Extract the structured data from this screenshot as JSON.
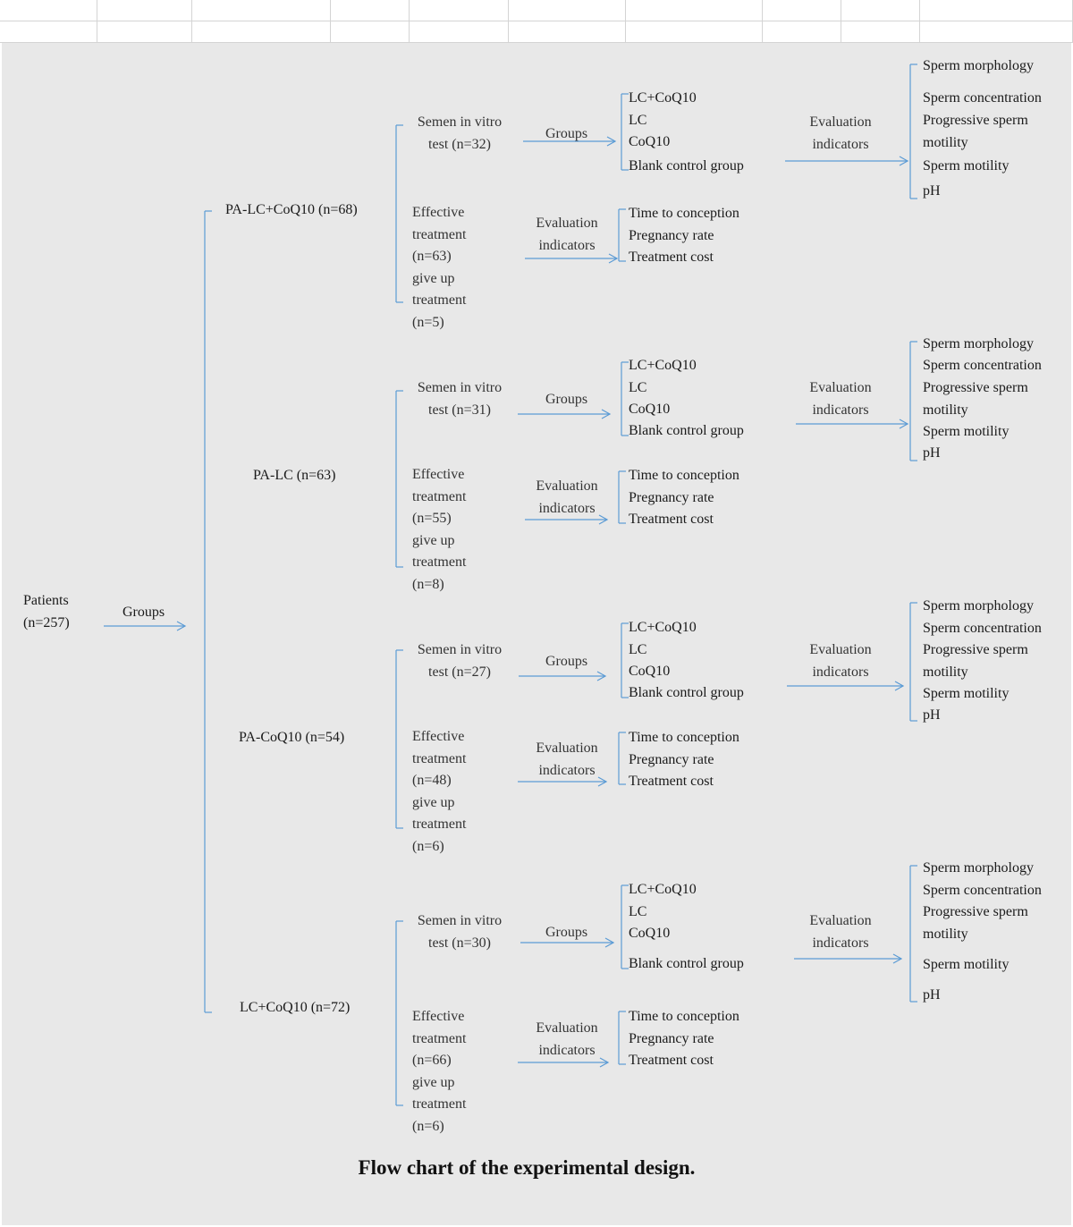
{
  "patients": {
    "label": "Patients",
    "count": "(n=257)"
  },
  "main_arrow_label": "Groups",
  "branches": [
    {
      "group": "PA-LC+CoQ10 (n=68)",
      "semen": {
        "line1": "Semen in vitro",
        "line2": "test (n=32)"
      },
      "groups_label": "Groups",
      "arms": [
        "LC+CoQ10",
        "LC",
        "CoQ10",
        "Blank control group"
      ],
      "eval_label": {
        "line1": "Evaluation",
        "line2": "indicators"
      },
      "sperm": [
        "Sperm morphology",
        "Sperm concentration",
        "Progressive sperm",
        "motility",
        "Sperm motility",
        "pH"
      ],
      "treatment": [
        "Effective",
        "treatment",
        "(n=63)",
        "give up",
        "treatment",
        "(n=5)"
      ],
      "treat_eval_label": {
        "line1": "Evaluation",
        "line2": "indicators"
      },
      "outcomes": [
        "Time to conception",
        "Pregnancy rate",
        "Treatment cost"
      ]
    },
    {
      "group": "PA-LC (n=63)",
      "semen": {
        "line1": "Semen in vitro",
        "line2": "test (n=31)"
      },
      "groups_label": "Groups",
      "arms": [
        "LC+CoQ10",
        "LC",
        "CoQ10",
        "Blank control group"
      ],
      "eval_label": {
        "line1": "Evaluation",
        "line2": "indicators"
      },
      "sperm": [
        "Sperm morphology",
        "Sperm concentration",
        "Progressive sperm",
        "motility",
        "Sperm motility",
        "pH"
      ],
      "treatment": [
        "Effective",
        "treatment",
        "(n=55)",
        "give up",
        "treatment",
        "(n=8)"
      ],
      "treat_eval_label": {
        "line1": "Evaluation",
        "line2": "indicators"
      },
      "outcomes": [
        "Time to conception",
        "Pregnancy rate",
        "Treatment cost"
      ]
    },
    {
      "group": "PA-CoQ10  (n=54)",
      "semen": {
        "line1": "Semen in vitro",
        "line2": "test (n=27)"
      },
      "groups_label": "Groups",
      "arms": [
        "LC+CoQ10",
        "LC",
        "CoQ10",
        "Blank control group"
      ],
      "eval_label": {
        "line1": "Evaluation",
        "line2": "indicators"
      },
      "sperm": [
        "Sperm morphology",
        "Sperm concentration",
        "Progressive sperm",
        "motility",
        "Sperm motility",
        "pH"
      ],
      "treatment": [
        "Effective",
        "treatment",
        "(n=48)",
        "give up",
        "treatment",
        "(n=6)"
      ],
      "treat_eval_label": {
        "line1": "Evaluation",
        "line2": "indicators"
      },
      "outcomes": [
        "Time to conception",
        "Pregnancy rate",
        "Treatment cost"
      ]
    },
    {
      "group": "LC+CoQ10 (n=72)",
      "semen": {
        "line1": "Semen in vitro",
        "line2": "test (n=30)"
      },
      "groups_label": "Groups",
      "arms": [
        "LC+CoQ10",
        "LC",
        "CoQ10",
        "Blank control group"
      ],
      "eval_label": {
        "line1": "Evaluation",
        "line2": "indicators"
      },
      "sperm": [
        "Sperm morphology",
        "Sperm concentration",
        "Progressive sperm",
        "motility",
        "Sperm motility",
        "pH"
      ],
      "treatment": [
        "Effective",
        "treatment",
        "(n=66)",
        "give up",
        "treatment",
        "(n=6)"
      ],
      "treat_eval_label": {
        "line1": "Evaluation",
        "line2": "indicators"
      },
      "outcomes": [
        "Time to conception",
        "Pregnancy rate",
        "Treatment cost"
      ]
    }
  ],
  "caption": "Flow chart of the experimental design.",
  "colors": {
    "line": "#5b9bd5",
    "background": "#e8e8e8",
    "text": "#1a1a1a"
  }
}
